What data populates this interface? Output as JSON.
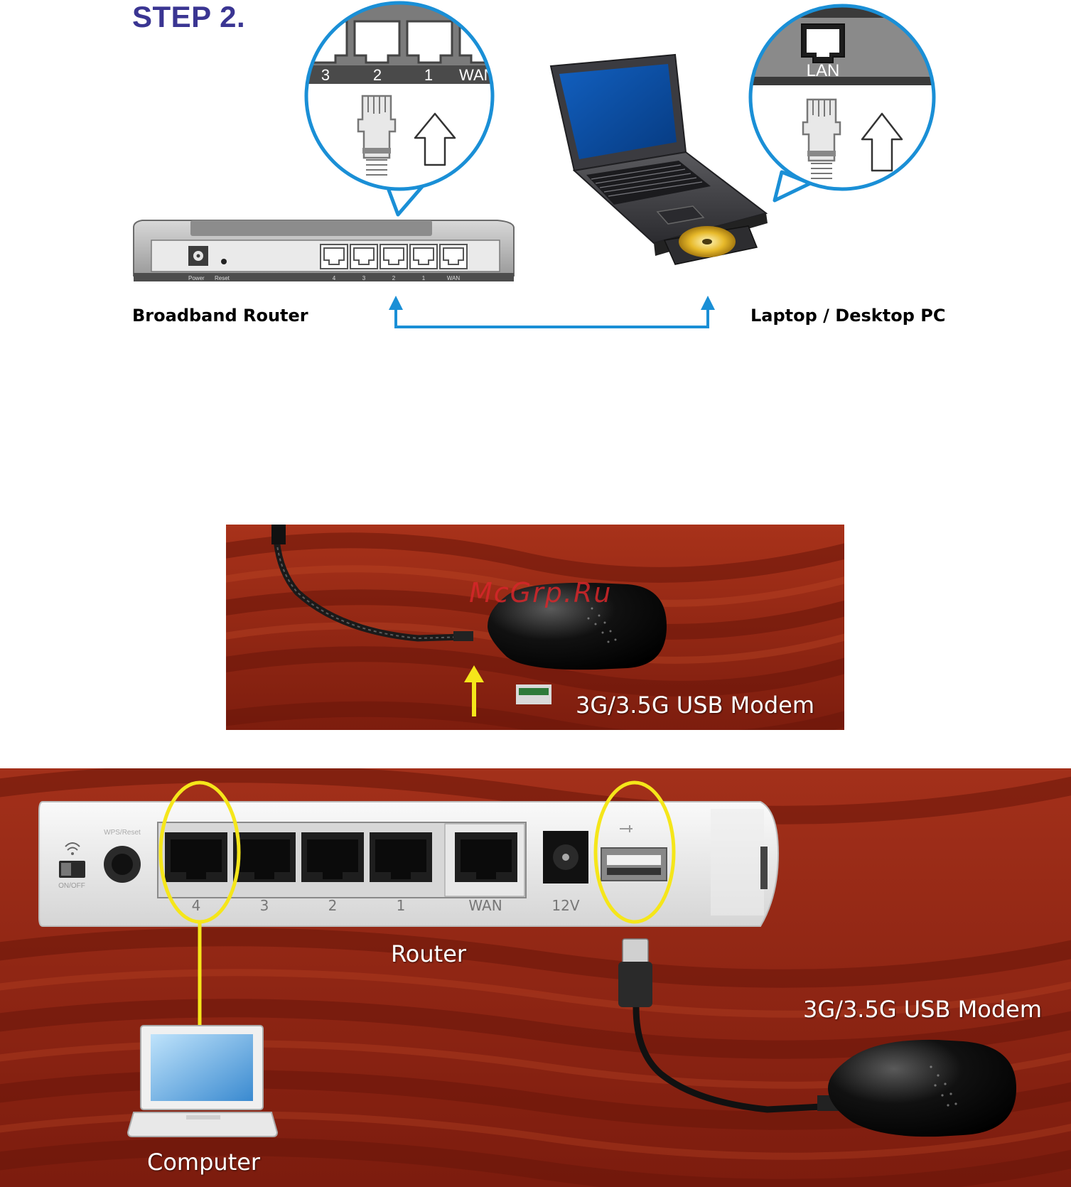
{
  "step": {
    "title": "STEP 2."
  },
  "top_diagram": {
    "router_caption": "Broadband Router",
    "pc_caption": "Laptop / Desktop PC",
    "router_callout_ports": [
      "3",
      "2",
      "1",
      "WAN"
    ],
    "pc_callout_port": "LAN",
    "router_back_labels": {
      "power": "Power",
      "reset": "Reset",
      "ports": [
        "4",
        "3",
        "2",
        "1",
        "WAN"
      ]
    }
  },
  "modem_photo": {
    "label": "3G/3.5G USB Modem",
    "watermark": "McGrp.Ru"
  },
  "router_photo": {
    "switch_label": "ON/OFF",
    "wps_label": "WPS/Reset",
    "port_labels": [
      "4",
      "3",
      "2",
      "1",
      "WAN",
      "12V"
    ],
    "router_label": "Router",
    "modem_label": "3G/3.5G USB Modem",
    "computer_label": "Computer"
  },
  "colors": {
    "step_title": "#3a3592",
    "connector_blue": "#1a8fd6",
    "highlight_yellow": "#f5e61a",
    "background_red": "#8e2413"
  }
}
